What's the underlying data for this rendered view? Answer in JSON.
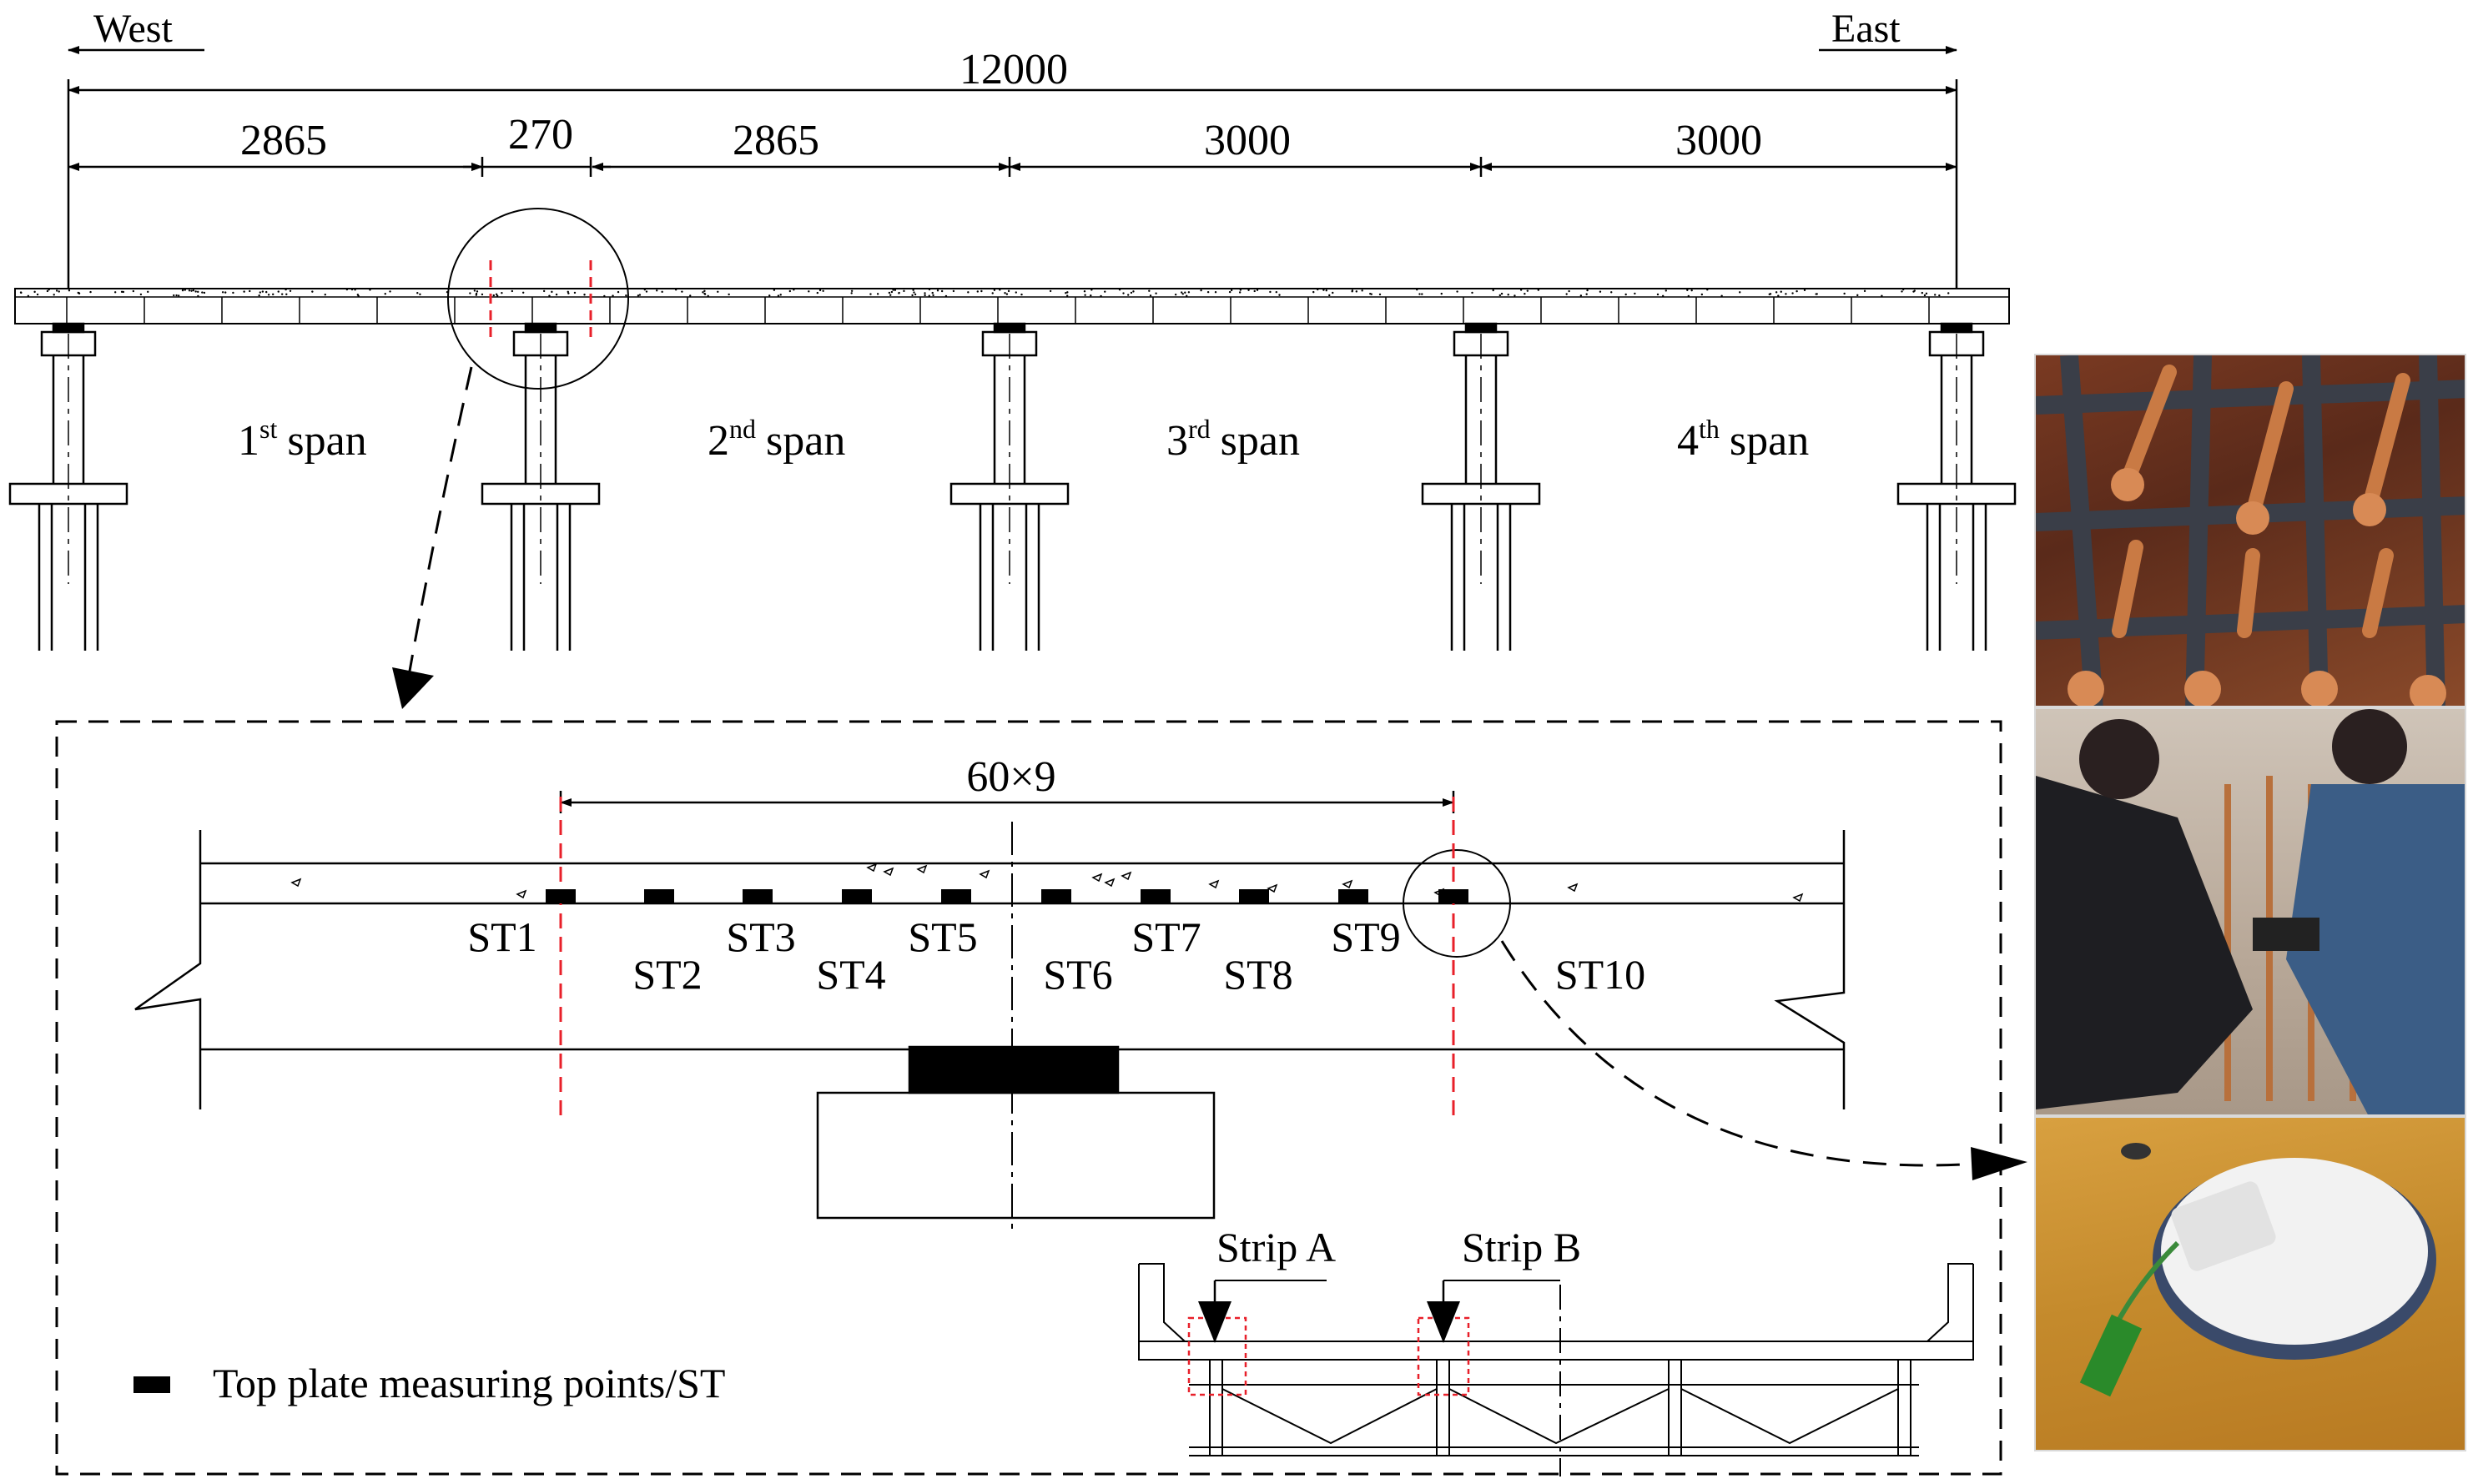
{
  "directions": {
    "west": "West",
    "east": "East"
  },
  "dims": {
    "total": "12000",
    "span1": "2865",
    "gap": "270",
    "span2": "2865",
    "span3": "3000",
    "span4": "3000",
    "detail": "60×9"
  },
  "spans": [
    {
      "num": "1",
      "sup": "st",
      "word": "span"
    },
    {
      "num": "2",
      "sup": "nd",
      "word": "span"
    },
    {
      "num": "3",
      "sup": "rd",
      "word": "span"
    },
    {
      "num": "4",
      "sup": "th",
      "word": "span"
    }
  ],
  "measuring_points": [
    "ST1",
    "ST2",
    "ST3",
    "ST4",
    "ST5",
    "ST6",
    "ST7",
    "ST8",
    "ST9",
    "ST10"
  ],
  "strips": {
    "a": "Strip A",
    "b": "Strip B"
  },
  "legend": {
    "text": "Top plate measuring points/ST"
  },
  "colors": {
    "line": "#000000",
    "redline": "#e8202a",
    "photo_wood": "#c8902c",
    "photo_rebar": "#3a3e48"
  }
}
